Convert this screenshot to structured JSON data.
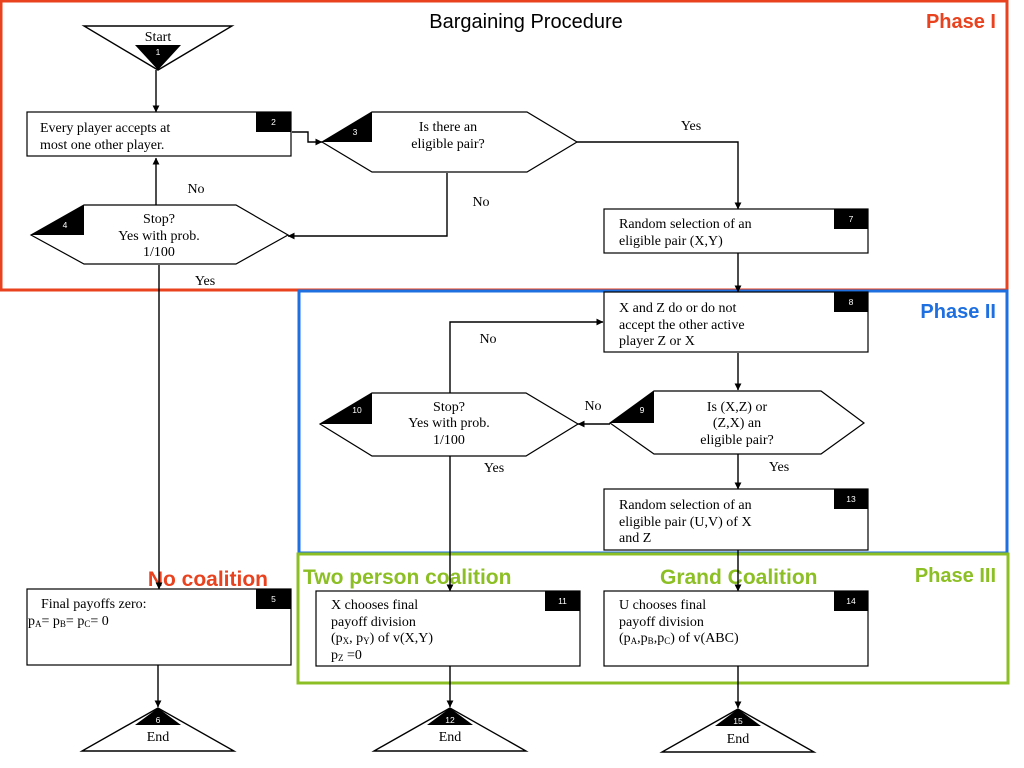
{
  "title": "Bargaining Procedure",
  "phases": {
    "phase1": "Phase I",
    "phase2": "Phase II",
    "phase3": "Phase III"
  },
  "outcomes": {
    "no_coalition": "No coalition",
    "two_person": "Two person coalition",
    "grand": "Grand Coalition"
  },
  "colors": {
    "phase1": "#e8421e",
    "phase2": "#1e6fe0",
    "phase3": "#8cbf24",
    "outcome_red": "#e8421e",
    "outcome_green": "#8cbf24"
  },
  "nodes": {
    "n1": {
      "num": "1",
      "lines": [
        "Start"
      ]
    },
    "n2": {
      "num": "2",
      "lines": [
        "Every player accepts at",
        "most one other player."
      ]
    },
    "n3": {
      "num": "3",
      "lines": [
        "Is there an",
        "eligible pair?"
      ]
    },
    "n4": {
      "num": "4",
      "lines": [
        "Stop?",
        "Yes with prob.",
        "1/100"
      ]
    },
    "n5": {
      "num": "5",
      "line1": "Final payoffs zero:"
    },
    "n6": {
      "num": "6",
      "lines": [
        "End"
      ]
    },
    "n7": {
      "num": "7",
      "lines": [
        "Random selection of an",
        "eligible pair (X,Y)"
      ]
    },
    "n8": {
      "num": "8",
      "lines": [
        "X and Z do or do not",
        "accept the other active",
        "player Z or X"
      ]
    },
    "n9": {
      "num": "9",
      "lines": [
        "Is (X,Z) or",
        "(Z,X) an",
        "eligible pair?"
      ]
    },
    "n10": {
      "num": "10",
      "lines": [
        "Stop?",
        "Yes with prob.",
        "1/100"
      ]
    },
    "n11": {
      "num": "11",
      "lines": [
        "X chooses final",
        "payoff division"
      ]
    },
    "n12": {
      "num": "12",
      "lines": [
        "End"
      ]
    },
    "n13": {
      "num": "13",
      "lines": [
        "Random selection of an",
        "eligible pair (U,V) of X",
        "and Z"
      ]
    },
    "n14": {
      "num": "14",
      "lines": [
        "U chooses final",
        "payoff division"
      ]
    },
    "n15": {
      "num": "15",
      "lines": [
        "End"
      ]
    }
  },
  "edge_labels": {
    "n3_yes": "Yes",
    "n3_no": "No",
    "n4_no": "No",
    "n4_yes": "Yes",
    "n9_no": "No",
    "n9_yes": "Yes",
    "n10_no": "No",
    "n10_yes": "Yes"
  }
}
